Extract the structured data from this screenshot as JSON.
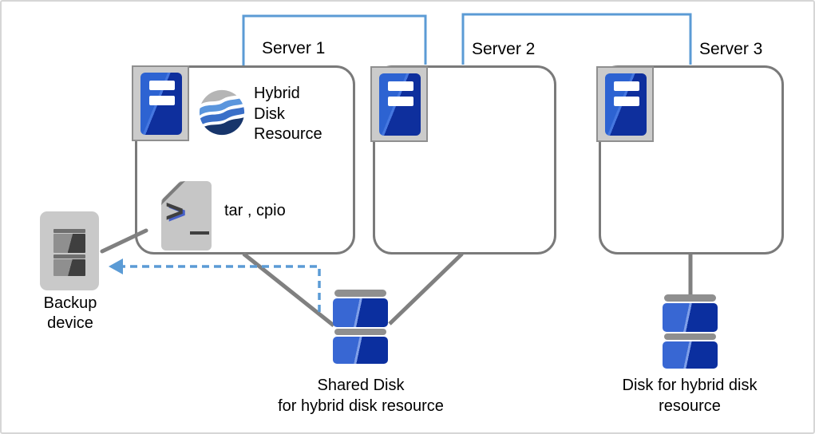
{
  "servers": [
    {
      "label": "Server 1"
    },
    {
      "label": "Server 2"
    },
    {
      "label": "Server 3"
    }
  ],
  "server1_contents": {
    "hybrid_disk_resource": {
      "lines": [
        "Hybrid",
        "Disk",
        "Resource"
      ],
      "icon": "globe-waves-icon"
    },
    "backup_tools": {
      "label": "tar , cpio",
      "icon": "shell-script-icon"
    }
  },
  "backup_device": {
    "lines": [
      "Backup",
      "device"
    ],
    "icon": "tape-drive-icon"
  },
  "shared_disk": {
    "lines": [
      "Shared Disk",
      "for hybrid disk resource"
    ],
    "icon": "disk-stack-icon"
  },
  "hybrid_disk": {
    "lines": [
      "Disk for hybrid disk",
      "resource"
    ],
    "icon": "disk-stack-icon"
  },
  "colors": {
    "interconnect_blue": "#5B9BD5",
    "connector_gray": "#808080",
    "box_border": "#7a7a7a",
    "server_blue_light": "#2d63d2",
    "server_blue_dark": "#0e2f9d",
    "icon_frame_gray": "#c9c9c9"
  }
}
